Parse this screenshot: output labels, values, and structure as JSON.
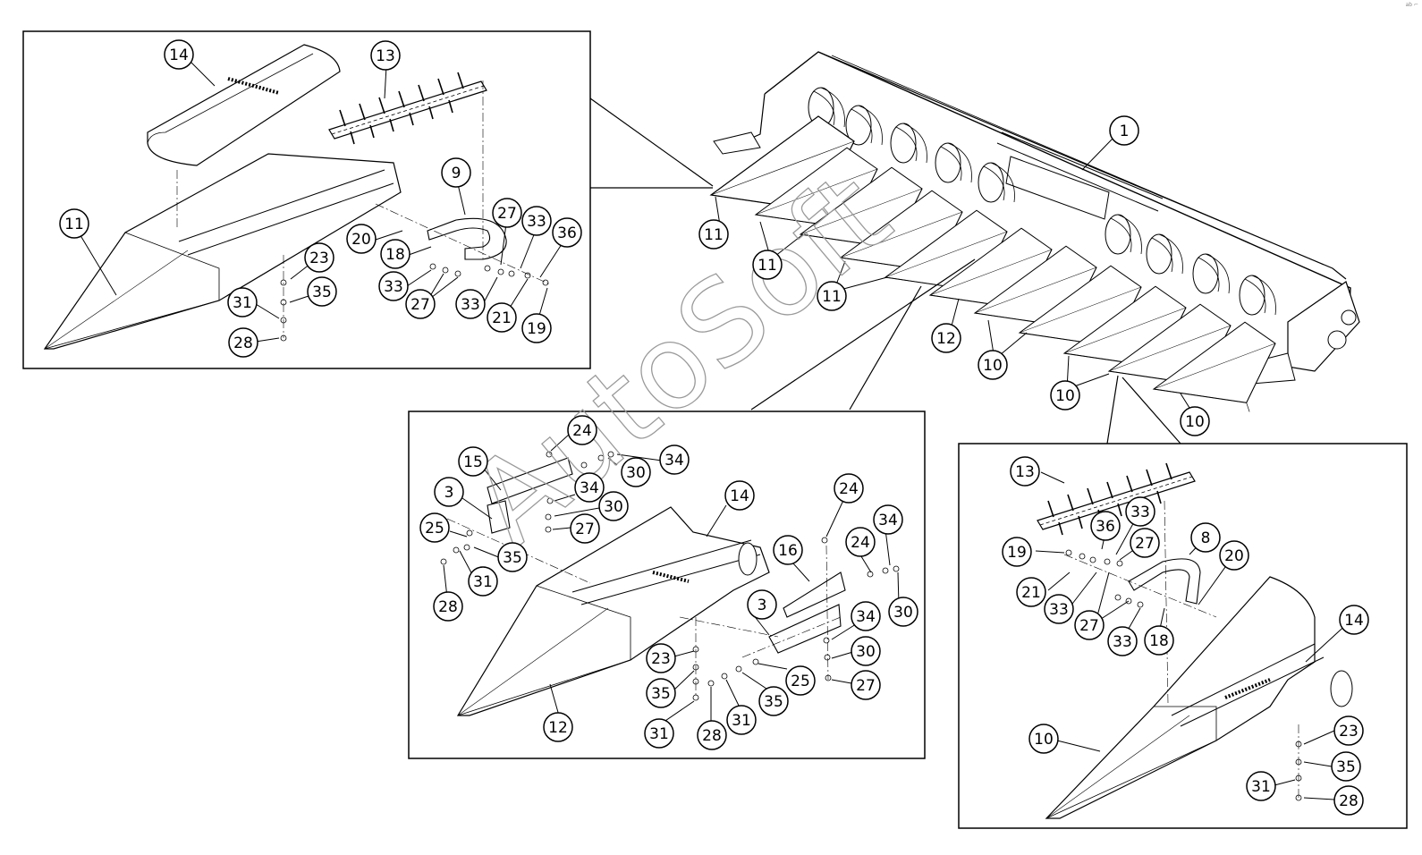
{
  "watermark": "AutoSoft",
  "corner_mark": "ab ⌐",
  "callouts": {
    "main": {
      "c1": "1",
      "c11a": "11",
      "c11b": "11",
      "c11c": "11",
      "c12": "12",
      "c10a": "10",
      "c10b": "10",
      "c10c": "10"
    },
    "inset_left": {
      "c14": "14",
      "c13": "13",
      "c11": "11",
      "c9": "9",
      "c20": "20",
      "c18": "18",
      "c27a": "27",
      "c33a": "33",
      "c36": "36",
      "c23": "23",
      "c35": "35",
      "c31": "31",
      "c28": "28",
      "c33b": "33",
      "c27b": "27",
      "c33c": "33",
      "c21": "21",
      "c19": "19"
    },
    "inset_center": {
      "c24a": "24",
      "c15": "15",
      "c30a": "30",
      "c34a": "34",
      "c3a": "3",
      "c34b": "34",
      "c30b": "30",
      "c27a": "27",
      "c25a": "25",
      "c35a": "35",
      "c31a": "31",
      "c28a": "28",
      "c14": "14",
      "c24b": "24",
      "c16": "16",
      "c34c": "34",
      "c24c": "24",
      "c3b": "3",
      "c30c": "30",
      "c34d": "34",
      "c30d": "30",
      "c23": "23",
      "c35b": "35",
      "c25b": "25",
      "c27b": "27",
      "c31b": "31",
      "c35c": "35",
      "c31c": "31",
      "c28b": "28",
      "c12": "12"
    },
    "inset_right": {
      "c13": "13",
      "c36": "36",
      "c33a": "33",
      "c27a": "27",
      "c8": "8",
      "c20": "20",
      "c19": "19",
      "c21": "21",
      "c33b": "33",
      "c27b": "27",
      "c33c": "33",
      "c18": "18",
      "c14": "14",
      "c10": "10",
      "c23": "23",
      "c35": "35",
      "c31": "31",
      "c28": "28"
    }
  }
}
